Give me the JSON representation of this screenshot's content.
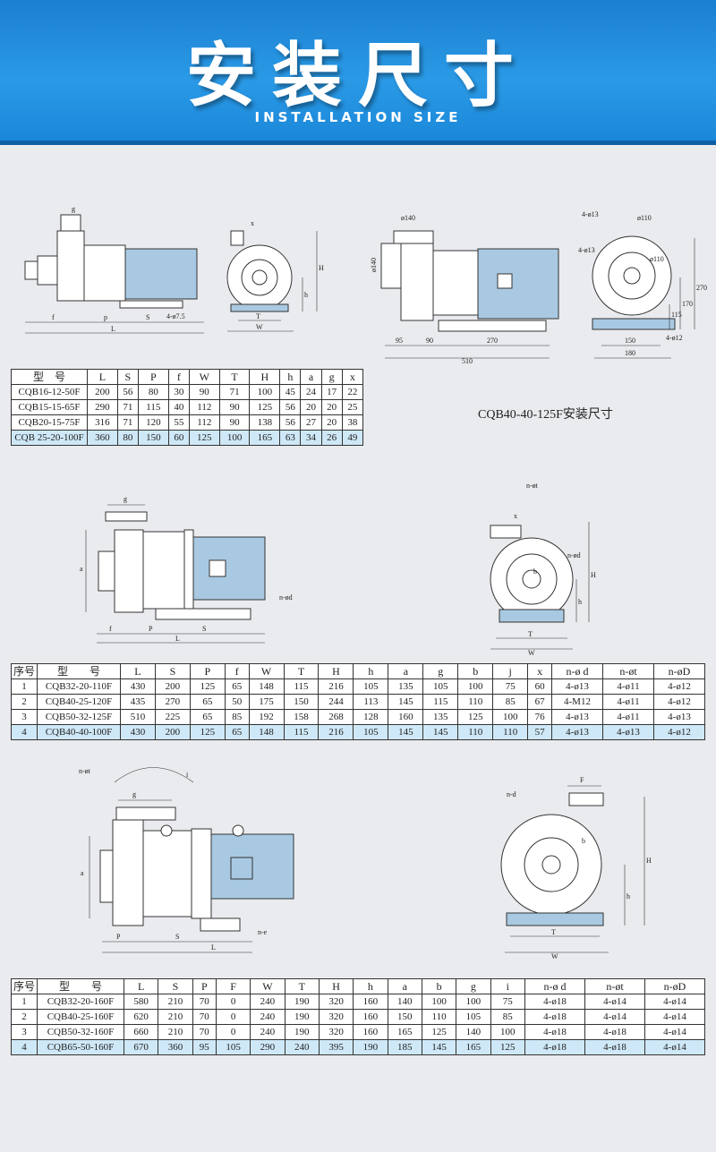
{
  "header": {
    "title": "安装尺寸",
    "subtitle": "INSTALLATION SIZE"
  },
  "caption": "CQB40-40-125F安装尺寸",
  "drawing_labels": {
    "d1": {
      "g": "g",
      "x": "x",
      "H": "H",
      "h": "h",
      "f": "f",
      "p": "p",
      "S": "S",
      "L": "L",
      "T": "T",
      "W": "W",
      "hole": "4-ø7.5"
    },
    "d2": {
      "phi140a": "ø140",
      "phi140b": "ø140",
      "d95": "95",
      "d90": "90",
      "d270a": "270",
      "d510": "510",
      "phi13a": "4-ø13",
      "phi110a": "ø110",
      "phi13b": "4-ø13",
      "phi110b": "ø110",
      "d270b": "270",
      "d170": "170",
      "d115": "115",
      "d150": "150",
      "d180": "180",
      "phi12": "4-ø12"
    },
    "d3": {
      "g": "g",
      "a": "a",
      "f": "f",
      "P": "P",
      "S": "S",
      "L": "L",
      "nd": "n-ød"
    },
    "d4": {
      "nt": "n-øt",
      "x": "x",
      "nd": "n-ød",
      "b": "b",
      "H": "H",
      "h": "h",
      "T": "T",
      "W": "W"
    },
    "d5": {
      "nt": "n-øt",
      "i": "i",
      "g": "g",
      "a": "a",
      "P": "P",
      "S": "S",
      "L": "L",
      "ne": "n-e"
    },
    "d6": {
      "F": "F",
      "nd": "n-d",
      "b": "b",
      "H": "H",
      "h": "h",
      "T": "T",
      "W": "W"
    }
  },
  "table1": {
    "headers": [
      "型　号",
      "L",
      "S",
      "P",
      "f",
      "W",
      "T",
      "H",
      "h",
      "a",
      "g",
      "x"
    ],
    "rows": [
      [
        "CQB16-12-50F",
        "200",
        "56",
        "80",
        "30",
        "90",
        "71",
        "100",
        "45",
        "24",
        "17",
        "22"
      ],
      [
        "CQB15-15-65F",
        "290",
        "71",
        "115",
        "40",
        "112",
        "90",
        "125",
        "56",
        "20",
        "20",
        "25"
      ],
      [
        "CQB20-15-75F",
        "316",
        "71",
        "120",
        "55",
        "112",
        "90",
        "138",
        "56",
        "27",
        "20",
        "38"
      ],
      [
        "CQB 25-20-100F",
        "360",
        "80",
        "150",
        "60",
        "125",
        "100",
        "165",
        "63",
        "34",
        "26",
        "49"
      ]
    ]
  },
  "table2": {
    "headers": [
      "序号",
      "型　　号",
      "L",
      "S",
      "P",
      "f",
      "W",
      "T",
      "H",
      "h",
      "a",
      "g",
      "b",
      "j",
      "x",
      "n-ø d",
      "n-øt",
      "n-øD"
    ],
    "rows": [
      [
        "1",
        "CQB32-20-110F",
        "430",
        "200",
        "125",
        "65",
        "148",
        "115",
        "216",
        "105",
        "135",
        "105",
        "100",
        "75",
        "60",
        "4-ø13",
        "4-ø11",
        "4-ø12"
      ],
      [
        "2",
        "CQB40-25-120F",
        "435",
        "270",
        "65",
        "50",
        "175",
        "150",
        "244",
        "113",
        "145",
        "115",
        "110",
        "85",
        "67",
        "4-M12",
        "4-ø11",
        "4-ø12"
      ],
      [
        "3",
        "CQB50-32-125F",
        "510",
        "225",
        "65",
        "85",
        "192",
        "158",
        "268",
        "128",
        "160",
        "135",
        "125",
        "100",
        "76",
        "4-ø13",
        "4-ø11",
        "4-ø13"
      ],
      [
        "4",
        "CQB40-40-100F",
        "430",
        "200",
        "125",
        "65",
        "148",
        "115",
        "216",
        "105",
        "145",
        "145",
        "110",
        "110",
        "57",
        "4-ø13",
        "4-ø13",
        "4-ø12"
      ]
    ]
  },
  "table3": {
    "headers": [
      "序号",
      "型　　号",
      "L",
      "S",
      "P",
      "F",
      "W",
      "T",
      "H",
      "h",
      "a",
      "b",
      "g",
      "i",
      "n-ø d",
      "n-øt",
      "n-øD"
    ],
    "rows": [
      [
        "1",
        "CQB32-20-160F",
        "580",
        "210",
        "70",
        "0",
        "240",
        "190",
        "320",
        "160",
        "140",
        "100",
        "100",
        "75",
        "4-ø18",
        "4-ø14",
        "4-ø14"
      ],
      [
        "2",
        "CQB40-25-160F",
        "620",
        "210",
        "70",
        "0",
        "240",
        "190",
        "320",
        "160",
        "150",
        "110",
        "105",
        "85",
        "4-ø18",
        "4-ø14",
        "4-ø14"
      ],
      [
        "3",
        "CQB50-32-160F",
        "660",
        "210",
        "70",
        "0",
        "240",
        "190",
        "320",
        "160",
        "165",
        "125",
        "140",
        "100",
        "4-ø18",
        "4-ø18",
        "4-ø14"
      ],
      [
        "4",
        "CQB65-50-160F",
        "670",
        "360",
        "95",
        "105",
        "290",
        "240",
        "395",
        "190",
        "185",
        "145",
        "165",
        "125",
        "4-ø18",
        "4-ø18",
        "4-ø14"
      ]
    ]
  },
  "colors": {
    "header_blue": "#2a9ae6",
    "motor_blue": "#a9c9e2",
    "highlight_row": "#cfe8f7"
  }
}
